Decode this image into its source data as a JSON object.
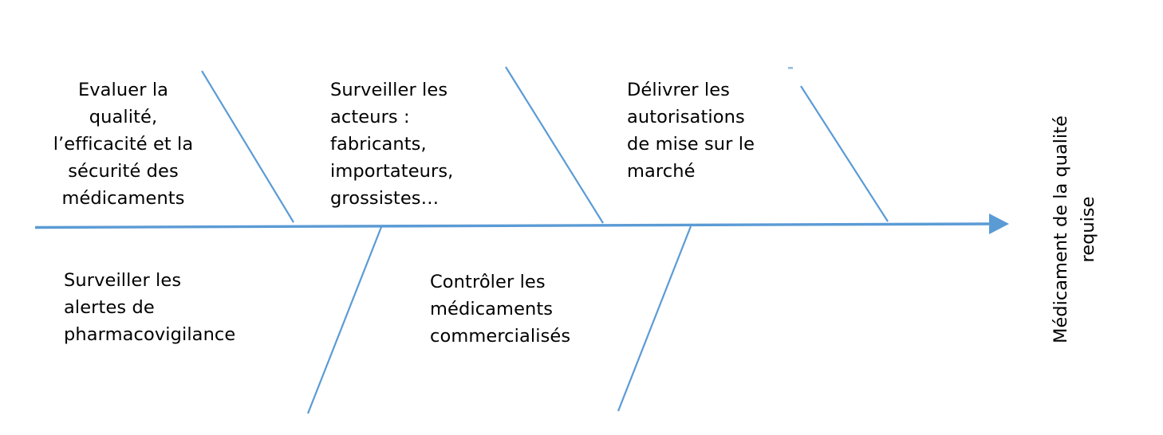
{
  "diagram": {
    "type": "fishbone-ishikawa",
    "title_visible": false,
    "background_color": "#ffffff",
    "line_color": "#5B9BD5",
    "text_color": "#000000",
    "spine": {
      "name": "main-spine-arrow",
      "label": "Médicament de la qualité\nrequise"
    },
    "branches_top": [
      {
        "id": "branch-top-1",
        "text": "Evaluer la\nqualité,\nl’efficacité et la\nsécurité des\nmédicaments",
        "align": "center"
      },
      {
        "id": "branch-top-2",
        "text": "Surveiller les\nacteurs :\nfabricants,\nimportateurs,\ngrossistes…",
        "align": "left"
      },
      {
        "id": "branch-top-3",
        "text": "Délivrer les\nautorisations\nde mise sur le\nmarché",
        "align": "left"
      }
    ],
    "branches_bottom": [
      {
        "id": "branch-bottom-1",
        "text": "Surveiller les\nalertes de\npharmacovigilance",
        "align": "left"
      },
      {
        "id": "branch-bottom-2",
        "text": "Contrôler les\nmédicaments\ncommercialisés",
        "align": "left"
      }
    ]
  }
}
